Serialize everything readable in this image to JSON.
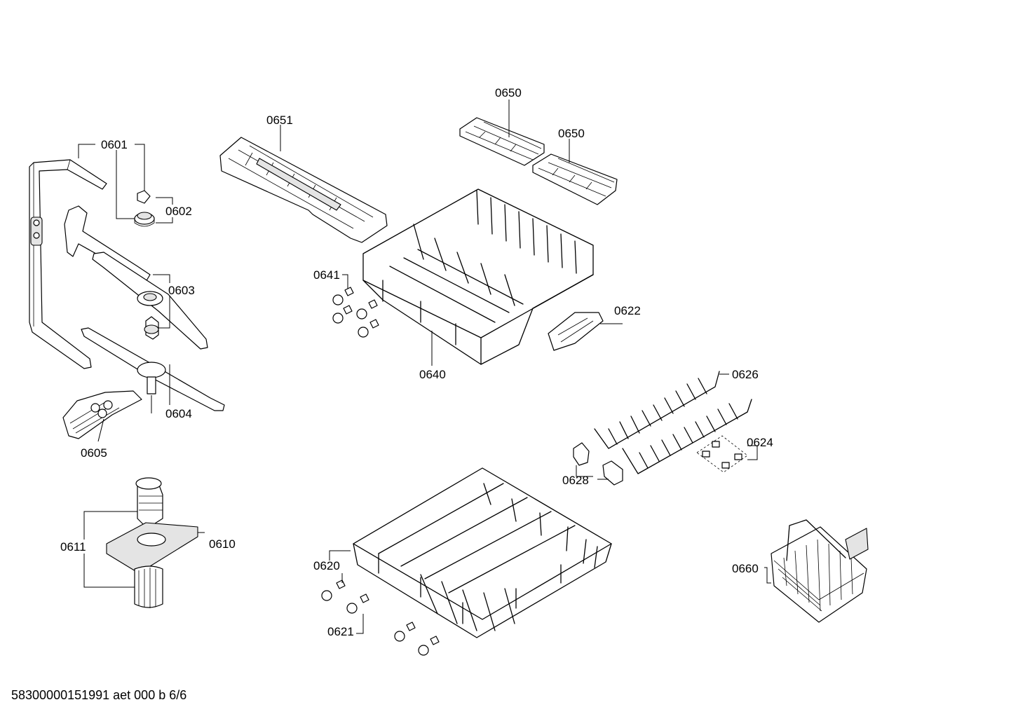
{
  "labels": {
    "l0601": "0601",
    "l0602": "0602",
    "l0603": "0603",
    "l0604": "0604",
    "l0605": "0605",
    "l0610": "0610",
    "l0611": "0611",
    "l0620": "0620",
    "l0621": "0621",
    "l0622": "0622",
    "l0624": "0624",
    "l0626": "0626",
    "l0628": "0628",
    "l0640": "0640",
    "l0641": "0641",
    "l0650a": "0650",
    "l0650b": "0650",
    "l0651": "0651",
    "l0660": "0660"
  },
  "footer": "58300000151991 aet 000 b 6/6"
}
